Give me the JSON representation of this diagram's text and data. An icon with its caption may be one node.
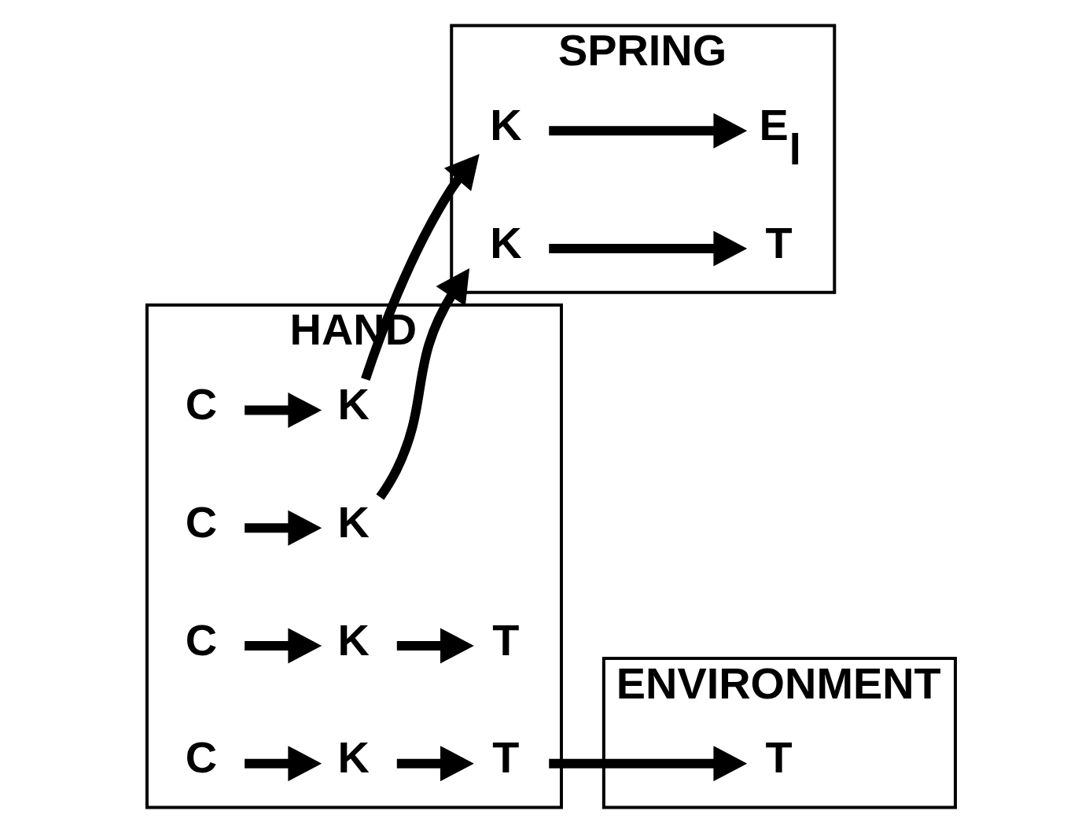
{
  "diagram": {
    "nodes": [
      {
        "text": [
          "ENVIRONMENT"
        ]
      },
      {
        "text": [
          "HAND"
        ]
      },
      {
        "text": [
          "SPRING"
        ]
      },
      {
        "text": [
          "T"
        ],
        "in": 0
      },
      {
        "text": [
          "C"
        ],
        "in": 1
      },
      {
        "text": [
          "K"
        ],
        "in": 1
      },
      {
        "text": [
          "T"
        ],
        "in": 1
      },
      {
        "text": [
          "C"
        ],
        "in": 1
      },
      {
        "text": [
          "K"
        ],
        "in": 1
      },
      {
        "text": [
          "T"
        ],
        "in": 1
      },
      {
        "text": [
          "C"
        ],
        "in": 1
      },
      {
        "text": [
          "K"
        ],
        "in": 1
      },
      {
        "text": [
          "C"
        ],
        "in": 1
      },
      {
        "text": [
          "K"
        ],
        "in": 1
      },
      {
        "text": [
          "K"
        ],
        "in": 2
      },
      {
        "text": [
          "T"
        ],
        "in": 2
      },
      {
        "text": [
          "K"
        ],
        "in": 2
      },
      {
        "text": [
          "E$_{l}$"
        ],
        "in": 2
      }
    ],
    "edges": [
      {
        "from": 4,
        "to": 5,
        "arrow": "to"
      },
      {
        "from": 5,
        "to": 6,
        "arrow": "to"
      },
      {
        "from": 6,
        "to": 3,
        "arrow": "to"
      },
      {
        "from": 7,
        "to": 8,
        "arrow": "to"
      },
      {
        "from": 8,
        "to": 9,
        "arrow": "to"
      },
      {
        "from": 10,
        "to": 11,
        "arrow": "to"
      },
      {
        "from": 11,
        "to": 14,
        "arrow": "to"
      },
      {
        "from": 14,
        "to": 15,
        "arrow": "to"
      },
      {
        "from": 12,
        "to": 13,
        "arrow": "to"
      },
      {
        "from": 13,
        "to": 16,
        "arrow": "to"
      },
      {
        "from": 16,
        "to": 17,
        "arrow": "to"
      }
    ]
  }
}
